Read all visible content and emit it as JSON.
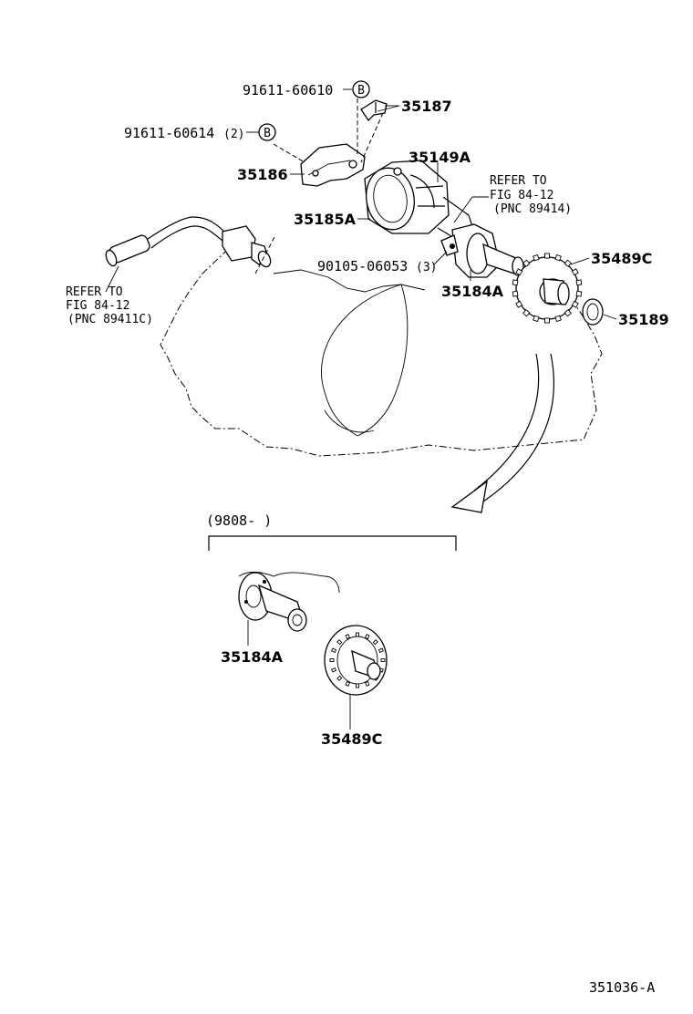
{
  "parts": {
    "bolt_b1": "91611-60610",
    "bolt_b2": "91611-60614",
    "bolt_b2_qty": "(2)",
    "marker_b": "B",
    "p35187": "35187",
    "p35149a": "35149A",
    "p35186": "35186",
    "p35185a": "35185A",
    "bolt_c": "90105-06053",
    "bolt_c_qty": "(3)",
    "p35489c": "35489C",
    "p35184a": "35184A",
    "p35189": "35189"
  },
  "refer1": {
    "line1": "REFER TO",
    "line2": "FIG 84-12",
    "line3": "(PNC 89414)"
  },
  "refer2": {
    "line1": "REFER TO",
    "line2": "FIG 84-12",
    "line3": "(PNC 89411C)"
  },
  "inset": {
    "range": "(9808-      )",
    "p35184a": "35184A",
    "p35489c": "35489C"
  },
  "figure_id": "351036-A"
}
